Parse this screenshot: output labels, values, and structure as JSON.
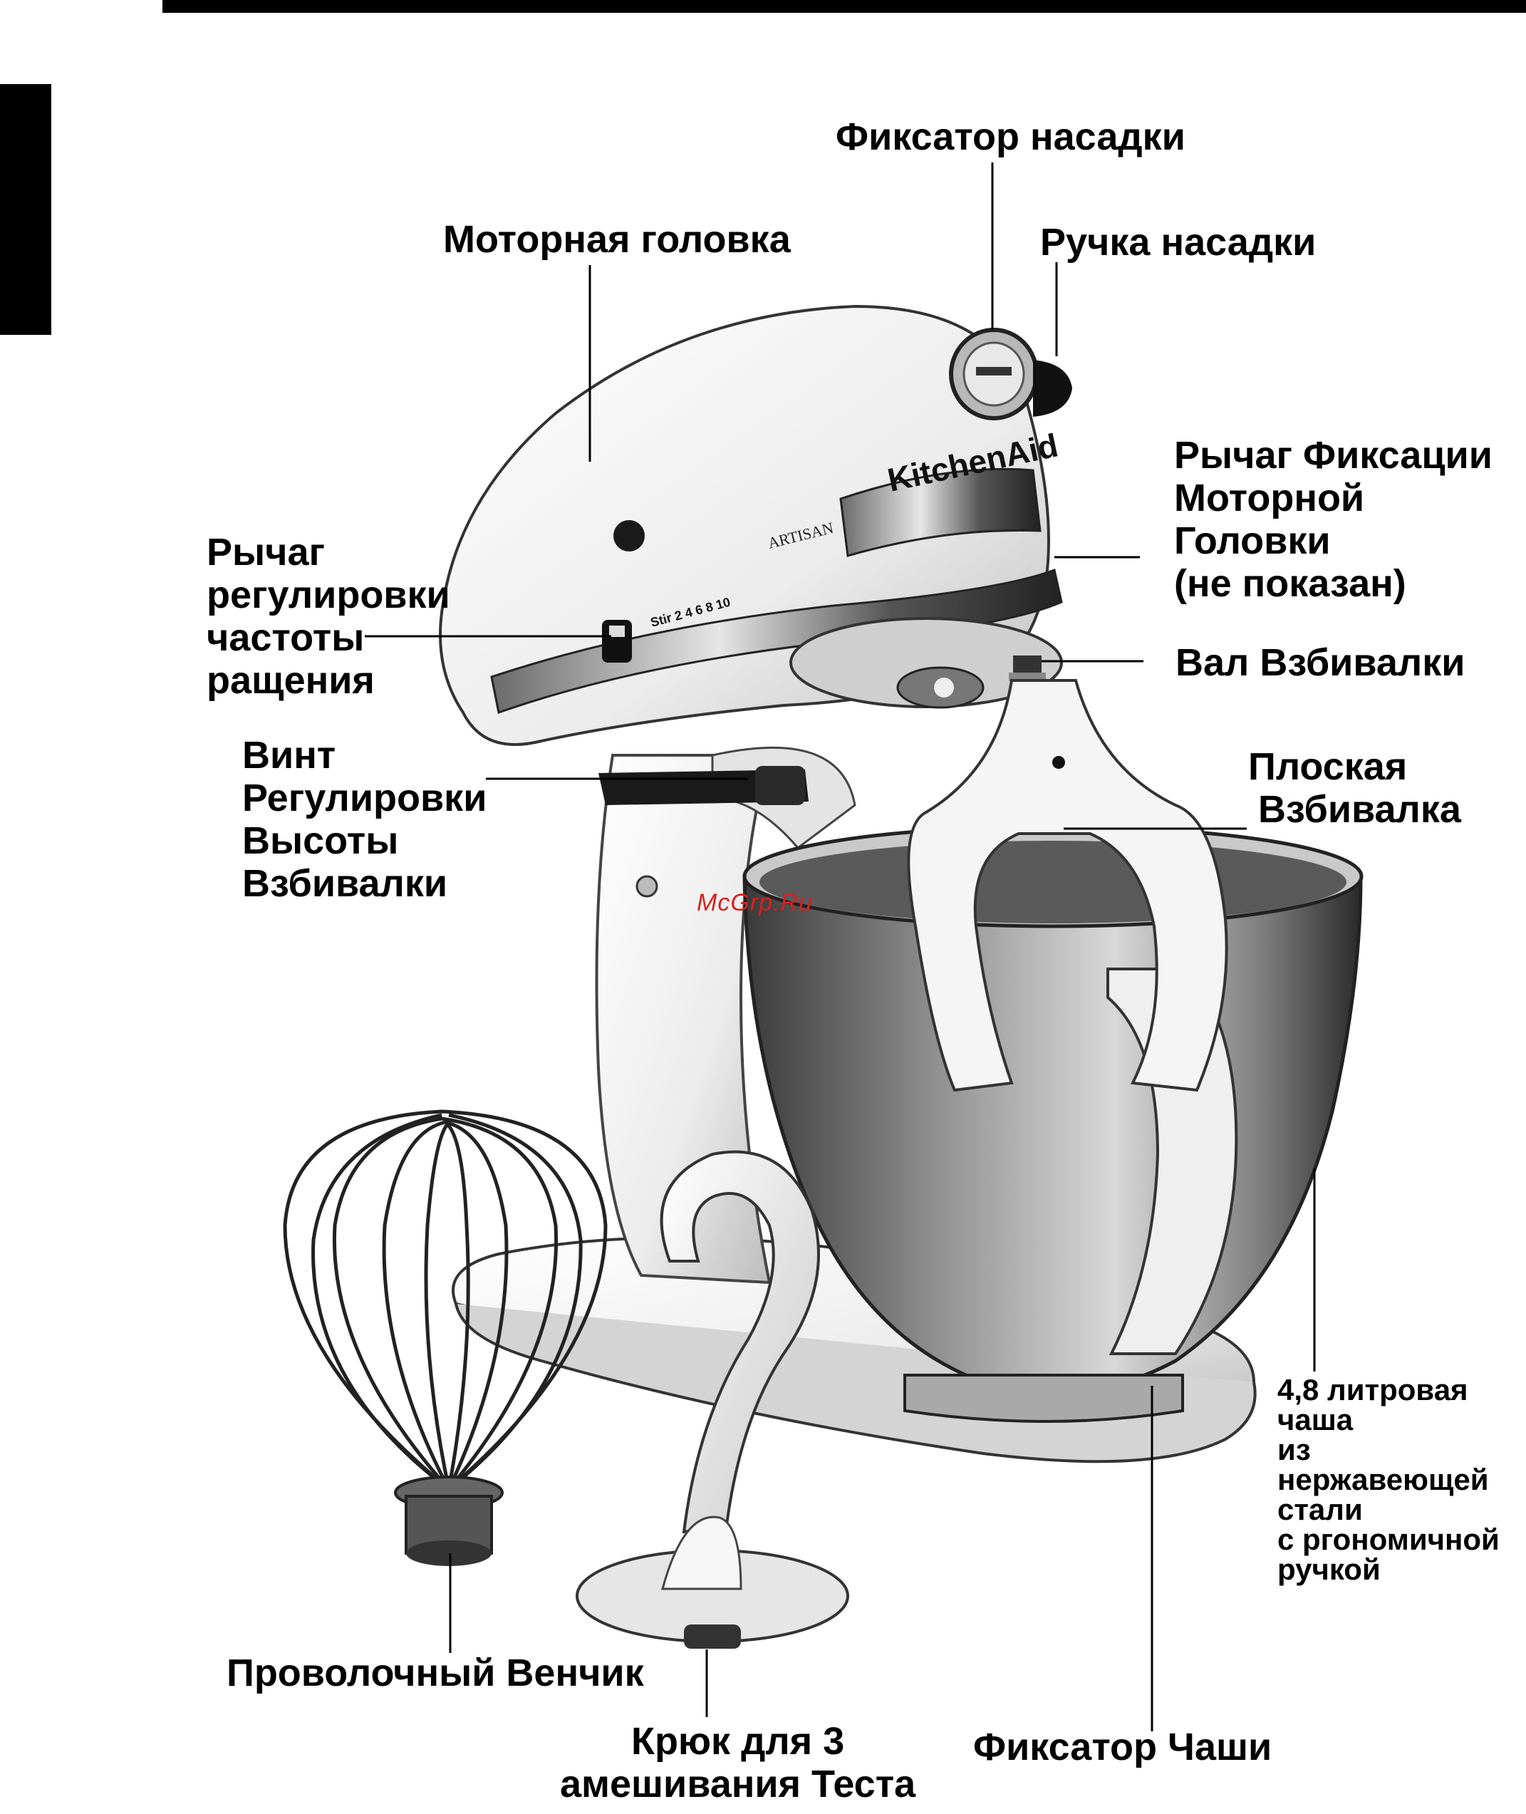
{
  "labels": {
    "attachment_knob": "Фиксатор насадки",
    "motor_head": "Моторная головка",
    "attachment_handle": "Ручка насадки",
    "head_lock_lever": [
      "Рычаг Фиксации",
      "Моторной",
      "Головки",
      "(не показан)"
    ],
    "speed_control": [
      "Рычаг",
      "регулировки",
      "частоты",
      "ращения"
    ],
    "beater_shaft": "Вал Взбивалки",
    "height_screw": [
      "Винт",
      "Регулировки",
      "Высоты",
      "Взбивалки"
    ],
    "flat_beater": [
      "Плоская",
      "Взбивалка"
    ],
    "bowl": [
      "4,8 литровая",
      "чаша",
      "из",
      "нержавеющей",
      "стали",
      "с ргономичной",
      "ручкой"
    ],
    "wire_whip": "Проволочный Венчик",
    "dough_hook": [
      "Крюк для 3",
      "амешивания Теста"
    ],
    "bowl_clamp": "Фиксатор Чаши"
  },
  "product_text": {
    "brand": "KitchenAid",
    "model": "ARTISAN",
    "speed_scale": "Stir 2 4 6 8 10"
  },
  "watermark": "McGrp.Ru"
}
